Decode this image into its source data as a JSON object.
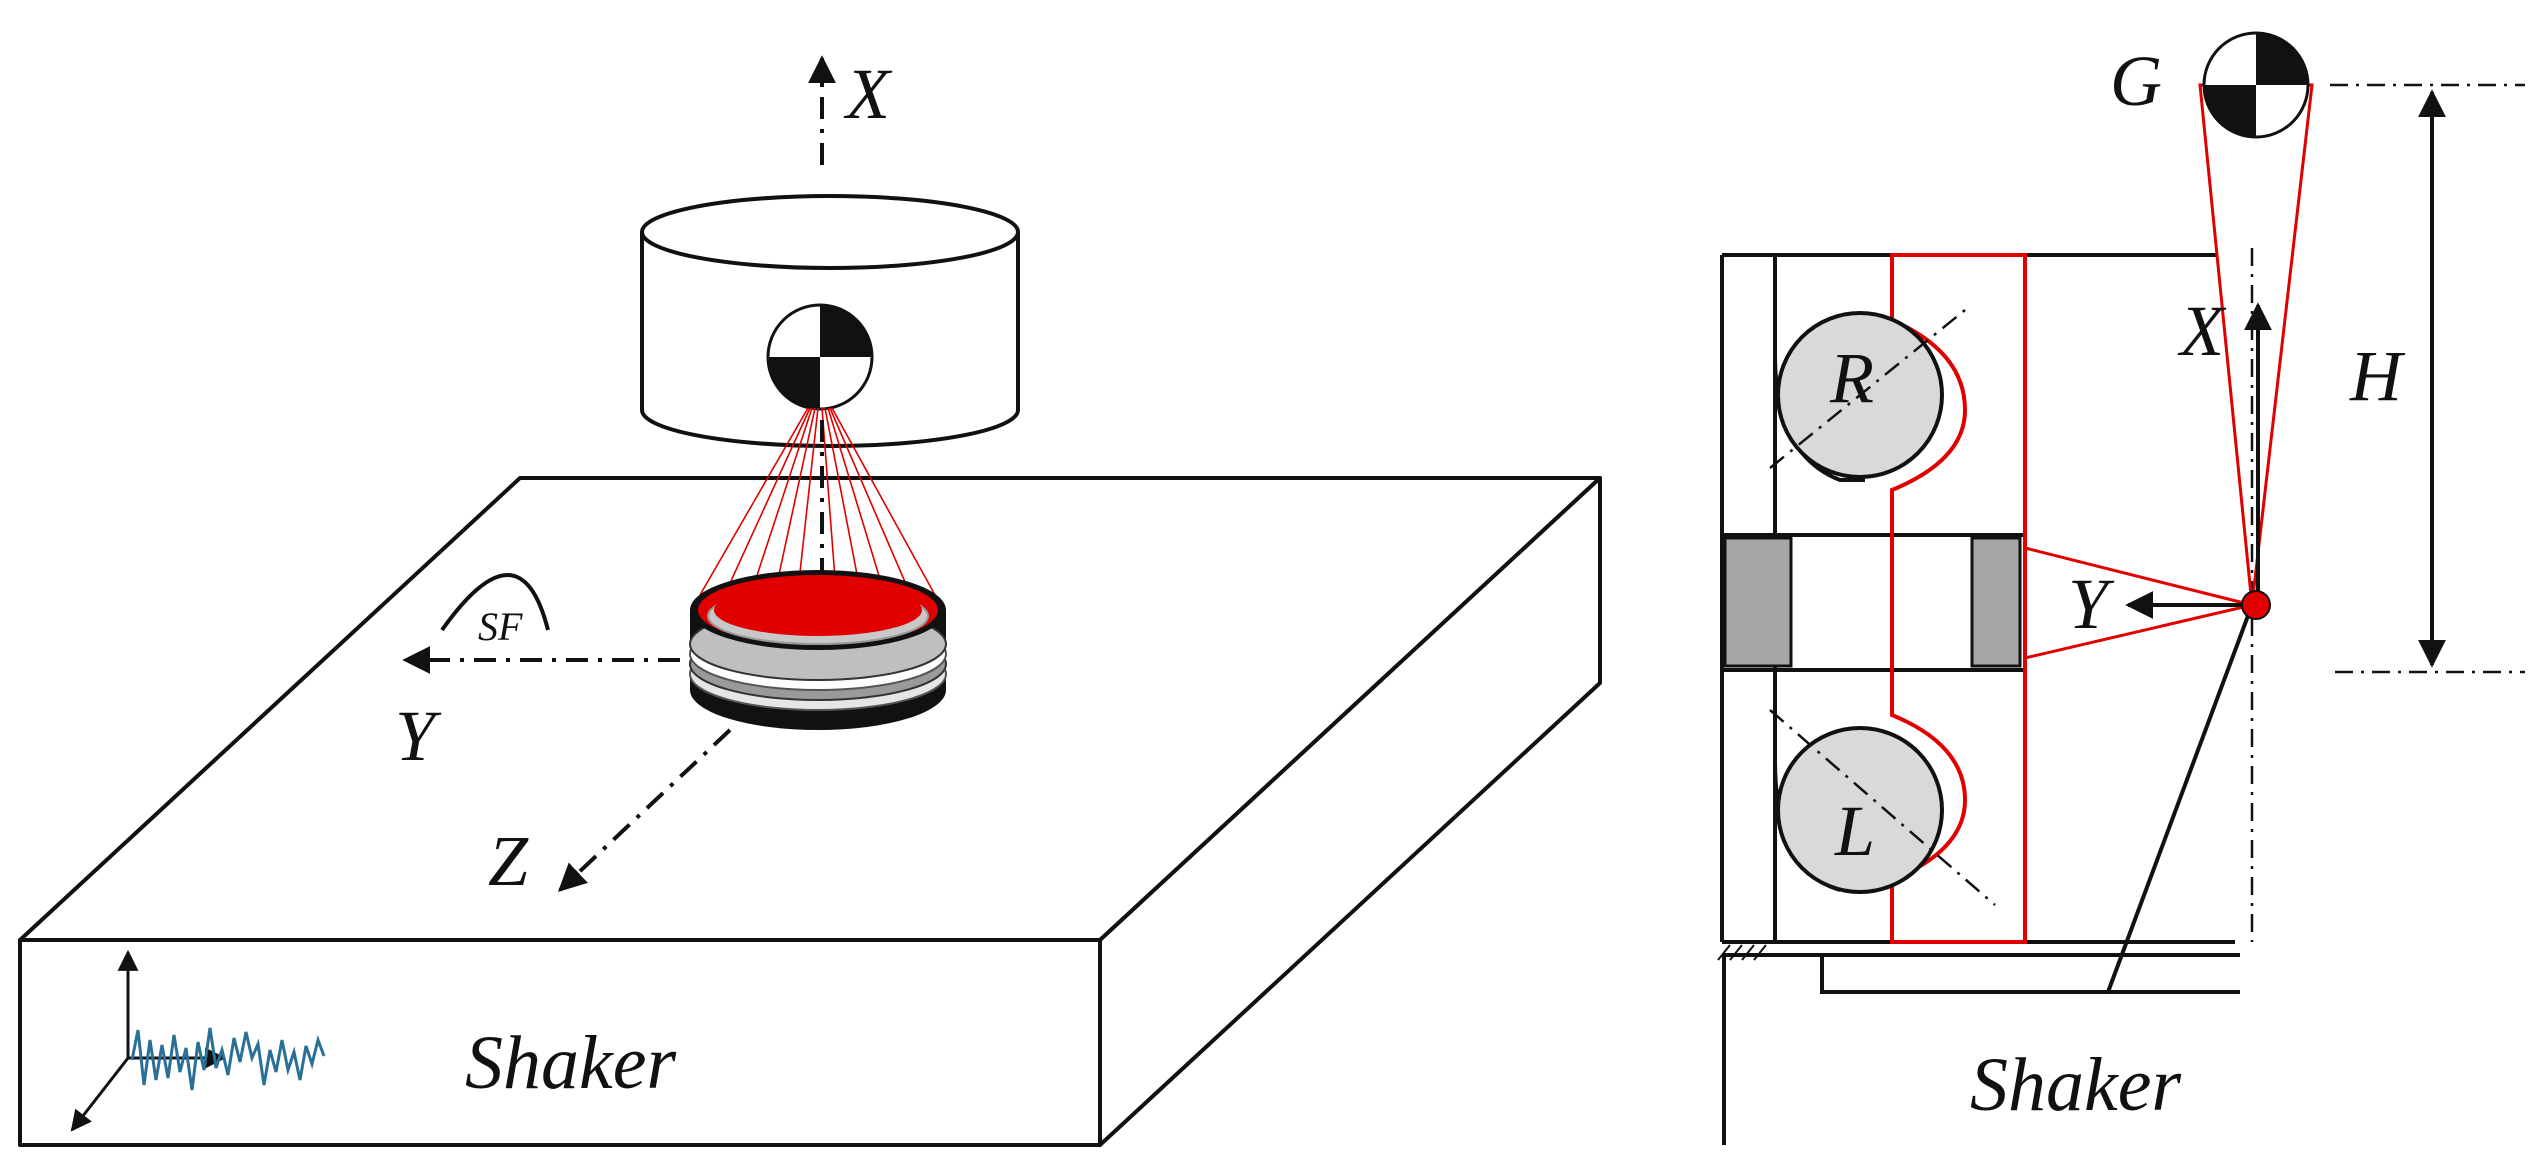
{
  "left_view": {
    "axis_x": "X",
    "axis_y": "Y",
    "axis_z": "Z",
    "sf_label": "SF",
    "shaker_label": "Shaker"
  },
  "right_view": {
    "g_label": "G",
    "h_label": "H",
    "axis_x": "X",
    "axis_y": "Y",
    "r_label": "R",
    "l_label": "L",
    "shaker_label": "Shaker"
  },
  "colors": {
    "line": "#111111",
    "red": "#e00000",
    "roller_fill": "#d9d9d9",
    "spacer_fill": "#a6a6a6",
    "signal": "#2a6f97"
  }
}
